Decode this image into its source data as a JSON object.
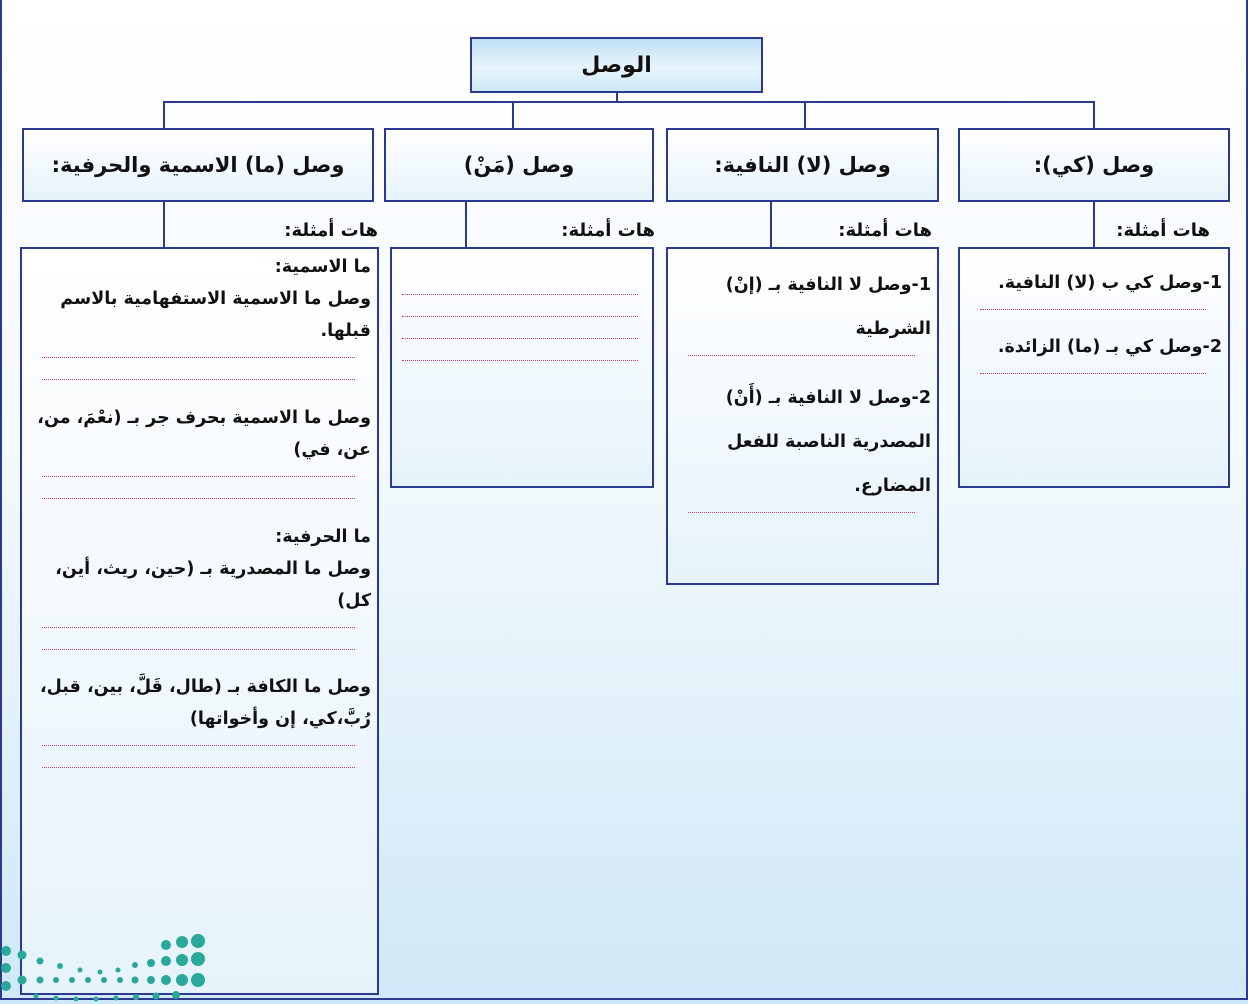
{
  "title": "الوصل",
  "sections": [
    {
      "heading": "وصل (كي):",
      "examples_label": "هات أمثلة:",
      "items": [
        "1-وصل كي ب (لا) النافية.",
        "2-وصل كي بـ (ما) الزائدة."
      ]
    },
    {
      "heading": "وصل (لا) النافية:",
      "examples_label": "هات أمثلة:",
      "items": [
        "1-وصل لا النافية بـ (إنْ) الشرطية",
        "2-وصل لا النافية بـ (أَنْ) المصدرية الناصبة للفعل المضارع."
      ]
    },
    {
      "heading": "وصل (مَنْ)",
      "examples_label": "هات أمثلة:",
      "items": []
    },
    {
      "heading": "وصل (ما) الاسمية والحرفية:",
      "examples_label": "هات أمثلة:",
      "blocks": [
        {
          "subtitle": "ما الاسمية:",
          "text": "وصل ما الاسمية الاستفهامية بالاسم قبلها."
        },
        {
          "text": "وصل ما الاسمية بحرف جر بـ (نعْمَ، من، عن، في)"
        },
        {
          "subtitle": "ما الحرفية:",
          "text": "وصل ما المصدرية بـ (حين، ريث، أين، كل)"
        },
        {
          "text": "وصل ما الكافة بـ (طال، قَلَّ، بين، قبل، رُبَّ،كي، إن وأخواتها)"
        }
      ]
    }
  ],
  "colors": {
    "border": "#2b3990",
    "dotted_line": "#d63384",
    "logo_teal": "#2aa89a"
  },
  "logo_icon": "ministry-of-education-dots-logo"
}
